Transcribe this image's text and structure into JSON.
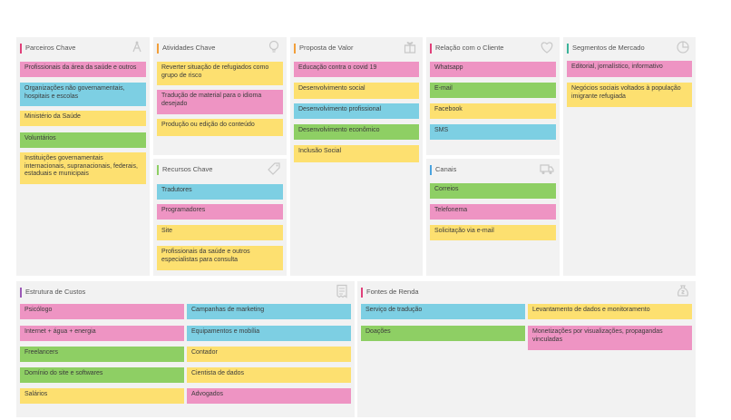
{
  "colors": {
    "pink": "#ee94c3",
    "blue": "#7dcfe3",
    "yellow": "#fde070",
    "green": "#8ecf64",
    "panel": "#f2f2f2"
  },
  "canvas": {
    "parceiros": {
      "title": "Parceiros Chave",
      "icon": "link-icon",
      "accent": "#e0407a",
      "notes": [
        {
          "text": "Profissionais da área da saúde e outros",
          "color": "pink"
        },
        {
          "text": "Organizações não governamentais, hospitais e escolas",
          "color": "blue"
        },
        {
          "text": "Ministério da Saúde",
          "color": "yellow"
        },
        {
          "text": "Voluntários",
          "color": "green"
        },
        {
          "text": "Instituições governamentais internacionais, supranacionais, federais, estaduais e municipais",
          "color": "yellow"
        }
      ]
    },
    "atividades": {
      "title": "Atividades Chave",
      "icon": "lightbulb-icon",
      "accent": "#f29f3a",
      "notes": [
        {
          "text": "Reverter situação de refugiados como grupo de risco",
          "color": "yellow"
        },
        {
          "text": "Tradução de material para o idioma desejado",
          "color": "pink"
        },
        {
          "text": "Produção ou edição do conteúdo",
          "color": "yellow"
        }
      ]
    },
    "recursos": {
      "title": "Recursos Chave",
      "icon": "tag-icon",
      "accent": "#8ecf64",
      "notes": [
        {
          "text": "Tradutores",
          "color": "blue"
        },
        {
          "text": "Programadores",
          "color": "pink"
        },
        {
          "text": "Site",
          "color": "yellow"
        },
        {
          "text": "Profissionais da saúde e outros especialistas para consulta",
          "color": "yellow"
        }
      ]
    },
    "proposta": {
      "title": "Proposta de Valor",
      "icon": "gift-icon",
      "accent": "#f29f3a",
      "notes": [
        {
          "text": "Educação contra o covid 19",
          "color": "pink"
        },
        {
          "text": "Desenvolvimento social",
          "color": "yellow"
        },
        {
          "text": "Desenvolvimento profissional",
          "color": "blue"
        },
        {
          "text": "Desenvolvimento econômico",
          "color": "green"
        },
        {
          "text": "Inclusão Social",
          "color": "yellow"
        }
      ]
    },
    "relacao": {
      "title": "Relação com o Cliente",
      "icon": "heart-icon",
      "accent": "#e0407a",
      "notes": [
        {
          "text": "Whatsapp",
          "color": "pink"
        },
        {
          "text": "E-mail",
          "color": "green"
        },
        {
          "text": "Facebook",
          "color": "yellow"
        },
        {
          "text": "SMS",
          "color": "blue"
        }
      ]
    },
    "canais": {
      "title": "Canais",
      "icon": "truck-icon",
      "accent": "#4aa3df",
      "notes": [
        {
          "text": "Correios",
          "color": "green"
        },
        {
          "text": "Telefonema",
          "color": "pink"
        },
        {
          "text": "Solicitação via e-mail",
          "color": "yellow"
        }
      ]
    },
    "segmentos": {
      "title": "Segmentos de Mercado",
      "icon": "pie-chart-icon",
      "accent": "#3bb39a",
      "notes": [
        {
          "text": "Editorial, jornalístico, informativo",
          "color": "pink"
        },
        {
          "text": "Negócios sociais voltados à população imigrante refugiada",
          "color": "yellow"
        }
      ]
    },
    "custos": {
      "title": "Estrutura de Custos",
      "icon": "receipt-icon",
      "accent": "#9b59b6",
      "notes": [
        {
          "text": "Psicólogo",
          "color": "pink"
        },
        {
          "text": "Campanhas de marketing",
          "color": "blue"
        },
        {
          "text": "Internet + água + energia",
          "color": "pink"
        },
        {
          "text": "Equipamentos e mobília",
          "color": "blue"
        },
        {
          "text": "Freelancers",
          "color": "green"
        },
        {
          "text": "Contador",
          "color": "yellow"
        },
        {
          "text": "Domínio do site e softwares",
          "color": "green"
        },
        {
          "text": "Cientista de dados",
          "color": "yellow"
        },
        {
          "text": "Salários",
          "color": "yellow"
        },
        {
          "text": "Advogados",
          "color": "pink"
        }
      ]
    },
    "receitas": {
      "title": "Fontes de Renda",
      "icon": "money-bag-icon",
      "accent": "#e0407a",
      "notes": [
        {
          "text": "Serviço de tradução",
          "color": "blue"
        },
        {
          "text": "Levantamento de dados e monitoramento",
          "color": "yellow"
        },
        {
          "text": "Doações",
          "color": "green"
        },
        {
          "text": "Monetizações por visualizações, propagandas vinculadas",
          "color": "pink"
        }
      ]
    }
  }
}
